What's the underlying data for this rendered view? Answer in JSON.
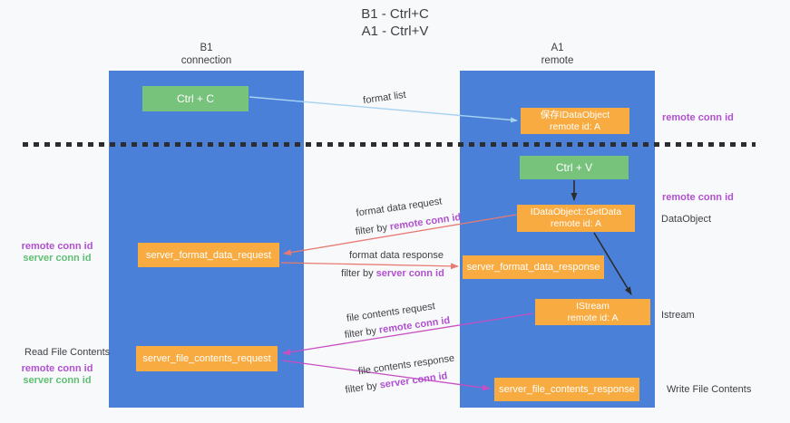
{
  "title": {
    "line1": "B1 - Ctrl+C",
    "line2": "A1 - Ctrl+V"
  },
  "columns": {
    "b1": {
      "name": "B1",
      "subtitle": "connection"
    },
    "a1": {
      "name": "A1",
      "subtitle": "remote"
    }
  },
  "nodes": {
    "ctrl_c": {
      "label": "Ctrl + C"
    },
    "save_dataobject": {
      "line1": "保存IDataObject",
      "line2": "remote id: A"
    },
    "ctrl_v": {
      "label": "Ctrl + V"
    },
    "getdata": {
      "line1": "IDataObject::GetData",
      "line2": "remote id: A"
    },
    "server_format_data_request": {
      "label": "server_format_data_request"
    },
    "server_format_data_response": {
      "label": "server_format_data_response"
    },
    "istream": {
      "line1": "IStream",
      "line2": "remote id: A"
    },
    "server_file_contents_request": {
      "label": "server_file_contents_request"
    },
    "server_file_contents_response": {
      "label": "server_file_contents_response"
    }
  },
  "flows": {
    "format_list": {
      "label": "format list"
    },
    "format_data_request": {
      "title": "format data request",
      "filter_prefix": "filter by",
      "filter_id": "remote conn id"
    },
    "format_data_response": {
      "title": "format data response",
      "filter_prefix": "filter by",
      "filter_id": "server conn id"
    },
    "file_contents_request": {
      "title": "file contents request",
      "filter_prefix": "filter by",
      "filter_id": "remote conn id"
    },
    "file_contents_response": {
      "title": "file contents response",
      "filter_prefix": "filter by",
      "filter_id": "server conn id"
    }
  },
  "left_labels": {
    "format_remote": "remote conn id",
    "format_server": "server conn id",
    "read_file": "Read File Contents",
    "file_remote": "remote conn id",
    "file_server": "server conn id"
  },
  "right_labels": {
    "top_remote": "remote conn id",
    "paste_remote": "remote conn id",
    "dataobject": "DataObject",
    "istream": "Istream",
    "write_file": "Write File Contents"
  },
  "colors": {
    "lane_blue": "#4b80d8",
    "node_orange": "#f8ab40",
    "node_green": "#77c37c",
    "id_purple": "#b050d0",
    "id_green": "#5fbf72",
    "arrow_blue": "#a6d3f2",
    "arrow_black": "#2b2b2b",
    "arrow_salmon": "#e87a72",
    "arrow_magenta": "#c74fc3"
  }
}
